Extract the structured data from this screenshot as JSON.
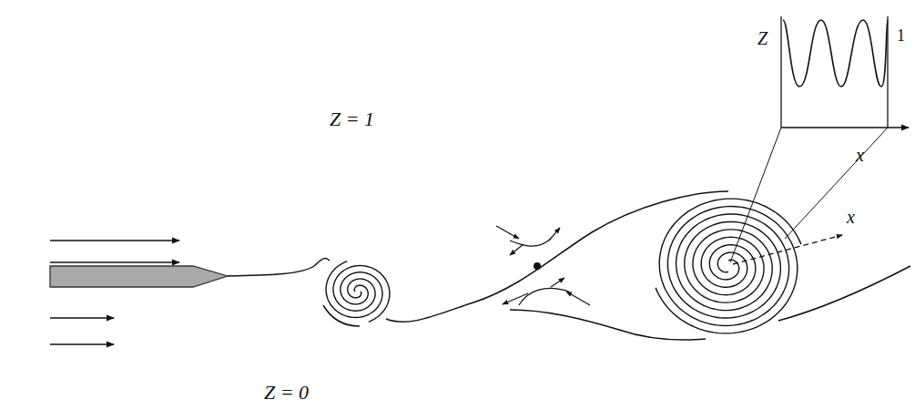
{
  "diagram": {
    "labels": [
      "Z = 1",
      "Z = 0",
      "Z",
      "1",
      "x",
      "x"
    ]
  }
}
